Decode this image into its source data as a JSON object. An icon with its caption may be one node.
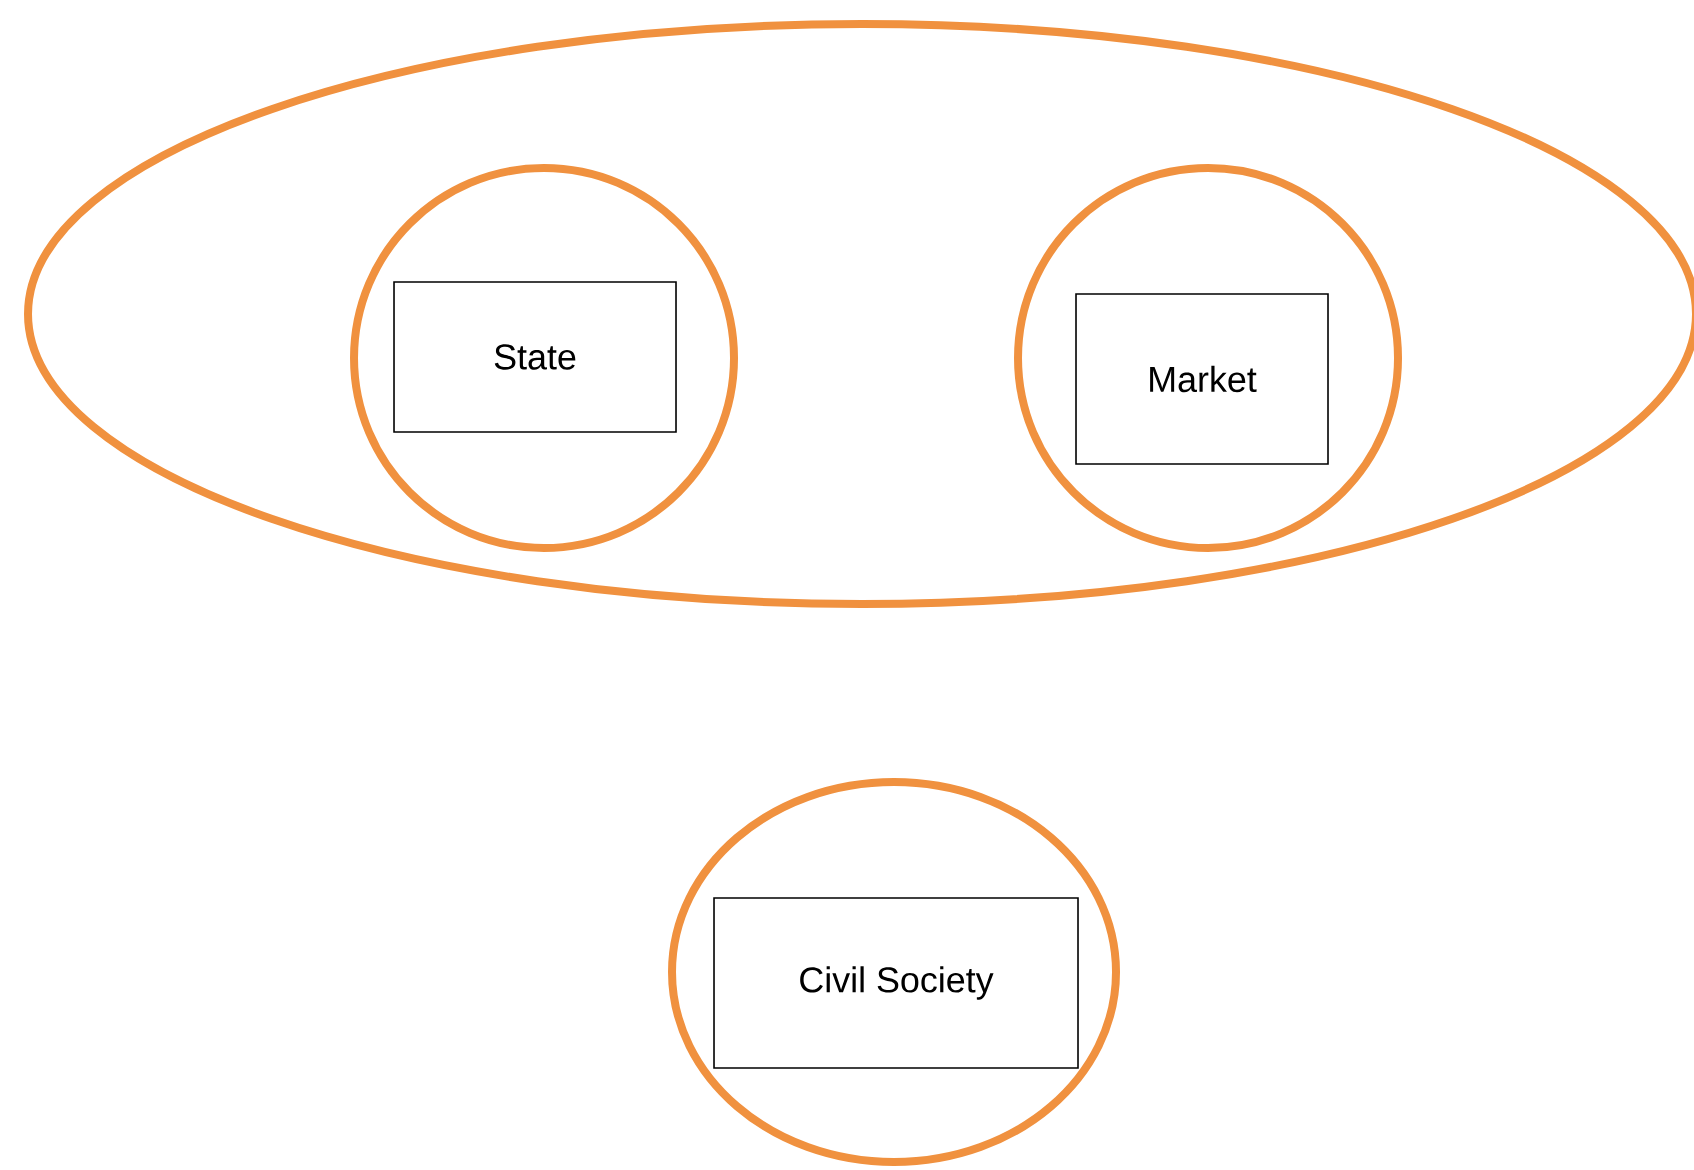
{
  "diagram": {
    "nodes": [
      {
        "text": [],
        "shape": "ellipse"
      },
      {
        "text": [],
        "shape": "circle",
        "in": 0
      },
      {
        "text": [
          "State"
        ],
        "in": 1
      },
      {
        "text": [],
        "shape": "circle",
        "in": 0
      },
      {
        "text": [
          "Market"
        ],
        "in": 3
      },
      {
        "text": [],
        "shape": "ellipse"
      },
      {
        "text": [
          "Civil Society"
        ],
        "in": 5
      }
    ]
  }
}
